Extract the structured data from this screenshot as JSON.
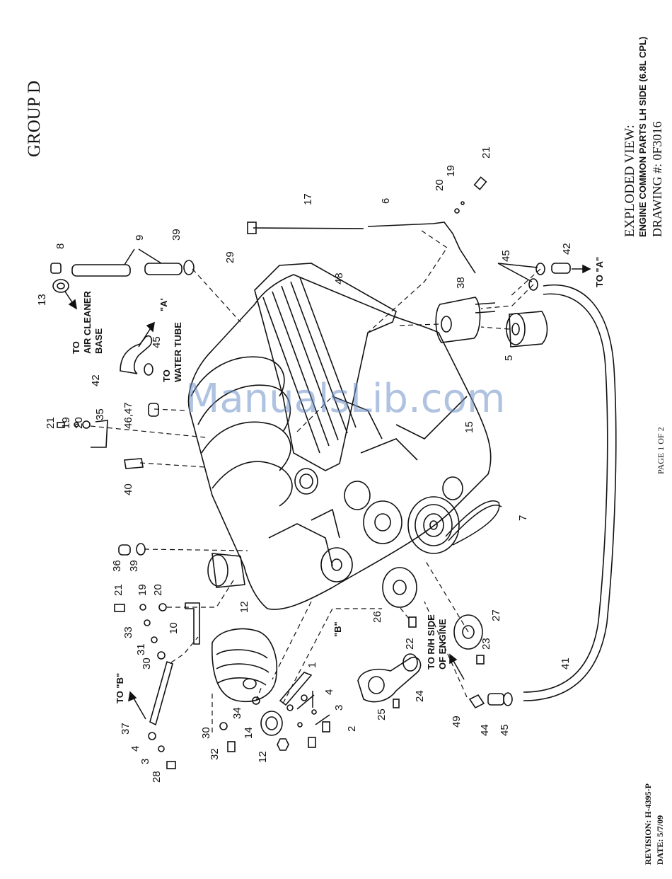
{
  "header": {
    "group": "GROUP D",
    "view_title": "EXPLODED VIEW:",
    "view_subtitle": "ENGINE COMMON PARTS LH SIDE (6.8L CPL)",
    "drawing": "DRAWING #: 0F3016"
  },
  "footer": {
    "page": "PAGE 1 OF 2",
    "revision": "REVISION: H-4395-P",
    "date": "DATE: 5/7/09"
  },
  "watermark": "ManualsLib.com",
  "annotations": {
    "to_air_cleaner": [
      "TO",
      "AIR CLEANER",
      "BASE"
    ],
    "to_water_tube": [
      "TO",
      "WATER TUBE"
    ],
    "ref_a": "\"A'",
    "to_a": "TO \"A\"",
    "to_b": "TO \"B\"",
    "ref_b": "\"B\"",
    "to_rh_side": [
      "TO R/H SIDE",
      "OF ENGINE"
    ]
  },
  "callouts": {
    "c13": "13",
    "c8": "8",
    "c9": "9",
    "c39a": "39",
    "c29": "29",
    "c17": "17",
    "c6": "6",
    "c20a": "20",
    "c19a": "19",
    "c21a": "21",
    "c48": "48",
    "c45a": "45",
    "c42a": "42",
    "c38": "38",
    "c5": "5",
    "c15": "15",
    "c42b": "42",
    "c45b": "45",
    "c4647": "46,47",
    "c21b": "21",
    "c19b": "19",
    "c20b": "20",
    "c35": "35",
    "c40": "40",
    "c7": "7",
    "c36": "36",
    "c39b": "39",
    "c21c": "21",
    "c19c": "19",
    "c20c": "20",
    "c12a": "12",
    "c10": "10",
    "c33": "33",
    "c31": "31",
    "c30a": "30",
    "c26": "26",
    "c22": "22",
    "c27": "27",
    "c23": "23",
    "c1": "1",
    "c4a": "4",
    "c3a": "3",
    "c2": "2",
    "c34": "34",
    "c14": "14",
    "c12b": "12",
    "c30b": "30",
    "c32": "32",
    "c37": "37",
    "c4b": "4",
    "c3b": "3",
    "c28": "28",
    "c25": "25",
    "c24": "24",
    "c41": "41",
    "c49": "49",
    "c44": "44",
    "c45c": "45"
  }
}
